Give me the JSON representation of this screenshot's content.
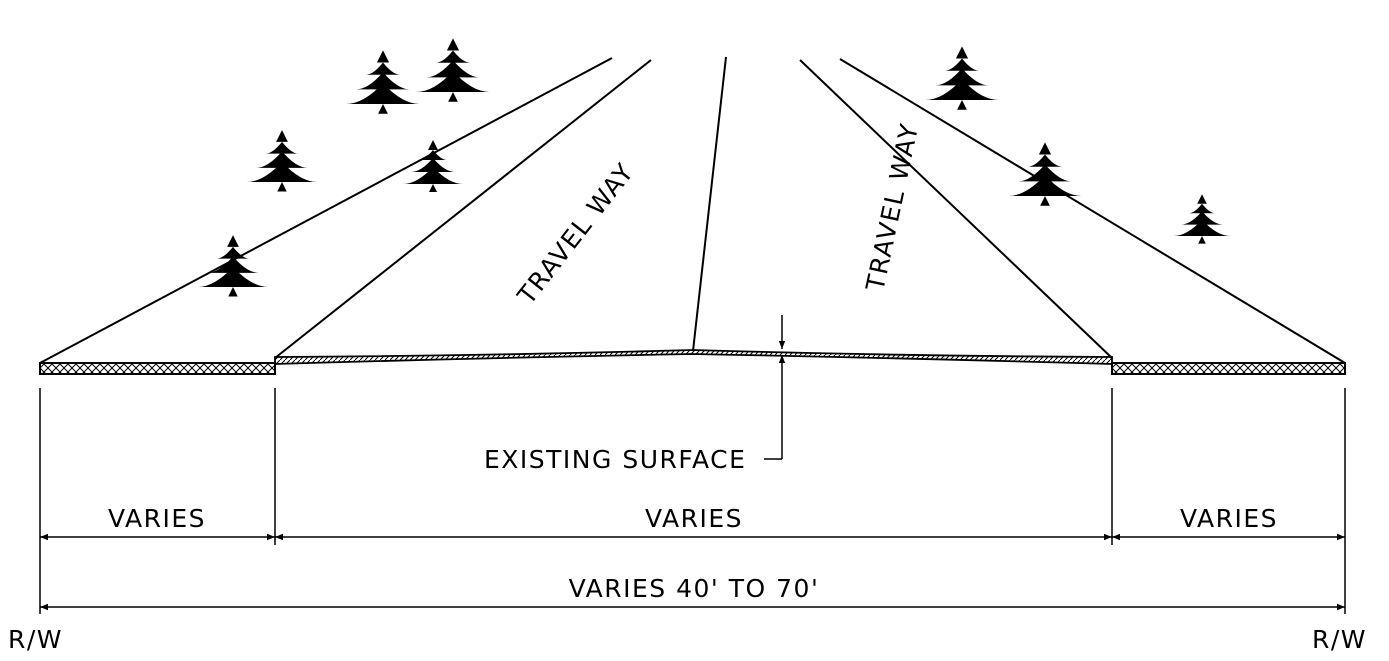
{
  "labels": {
    "travel_way_left": "TRAVEL WAY",
    "travel_way_right": "TRAVEL WAY",
    "existing_surface": "EXISTING SURFACE",
    "varies_left": "VARIES",
    "varies_center": "VARIES",
    "varies_right": "VARIES",
    "varies_total": "VARIES 40' TO 70'",
    "rw_left": "R/W",
    "rw_right": "R/W"
  }
}
